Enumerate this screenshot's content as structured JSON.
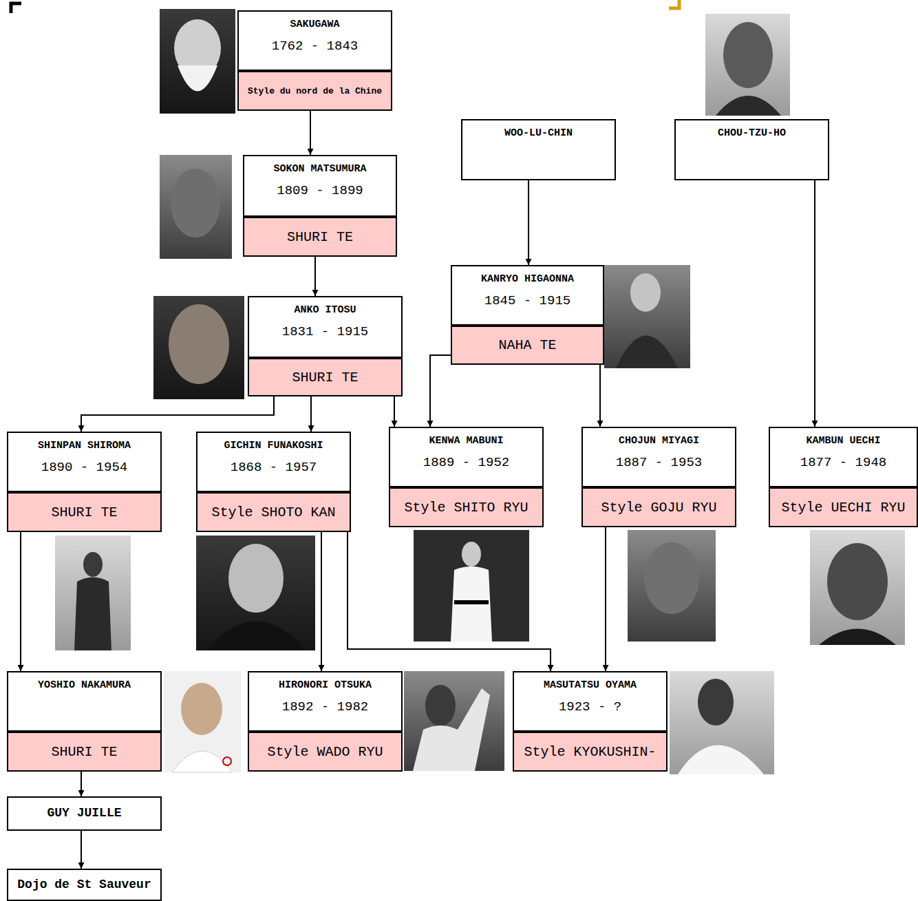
{
  "diagram": {
    "nodes": [
      {
        "text": [
          "SAKUGAWA",
          "1762 - 1843",
          "Style du nord de la Chine"
        ]
      },
      {
        "text": [
          "WOO-LU-CHIN"
        ]
      },
      {
        "text": [
          "CHOU-TZU-HO"
        ]
      },
      {
        "text": [
          "SOKON MATSUMURA",
          "1809 - 1899",
          "SHURI TE"
        ]
      },
      {
        "text": [
          "KANRYO HIGAONNA",
          "1845 - 1915",
          "NAHA TE"
        ]
      },
      {
        "text": [
          "ANKO ITOSU",
          "1831 - 1915",
          "SHURI TE"
        ]
      },
      {
        "text": [
          "SHINPAN SHIROMA",
          "1890 - 1954",
          "SHURI TE"
        ]
      },
      {
        "text": [
          "GICHIN FUNAKOSHI",
          "1868 - 1957",
          "Style SHOTO KAN"
        ]
      },
      {
        "text": [
          "KENWA MABUNI",
          "1889 - 1952",
          "Style SHITO RYU"
        ]
      },
      {
        "text": [
          "CHOJUN MIYAGI",
          "1887 - 1953",
          "Style GOJU RYU"
        ]
      },
      {
        "text": [
          "KAMBUN UECHI",
          "1877 - 1948",
          "Style UECHI RYU"
        ]
      },
      {
        "text": [
          "YOSHIO NAKAMURA",
          "SHURI TE"
        ]
      },
      {
        "text": [
          "HIRONORI OTSUKA",
          "1892 - 1982",
          "Style WADO RYU"
        ]
      },
      {
        "text": [
          "MASUTATSU OYAMA",
          "1923 - ?",
          "Style KYOKUSHIN-"
        ]
      },
      {
        "text": [
          "GUY JUILLE"
        ]
      },
      {
        "text": [
          "Dojo de St Sauveur"
        ]
      }
    ],
    "edges": [
      {
        "from": 0,
        "to": 3,
        "arrow": "to"
      },
      {
        "from": 3,
        "to": 5,
        "arrow": "to"
      },
      {
        "from": 1,
        "to": 4,
        "arrow": "to"
      },
      {
        "from": 2,
        "to": 10,
        "arrow": "to"
      },
      {
        "from": 5,
        "to": 6,
        "arrow": "to"
      },
      {
        "from": 5,
        "to": 7,
        "arrow": "to"
      },
      {
        "from": 5,
        "to": 8,
        "arrow": "to"
      },
      {
        "from": 4,
        "to": 8,
        "arrow": "to"
      },
      {
        "from": 4,
        "to": 9,
        "arrow": "to"
      },
      {
        "from": 6,
        "to": 11,
        "arrow": "to"
      },
      {
        "from": 7,
        "to": 12,
        "arrow": "to"
      },
      {
        "from": 7,
        "to": 13,
        "arrow": "to"
      },
      {
        "from": 9,
        "to": 13,
        "arrow": "to"
      },
      {
        "from": 11,
        "to": 14,
        "arrow": "to"
      },
      {
        "from": 14,
        "to": 15,
        "arrow": "to"
      }
    ]
  }
}
